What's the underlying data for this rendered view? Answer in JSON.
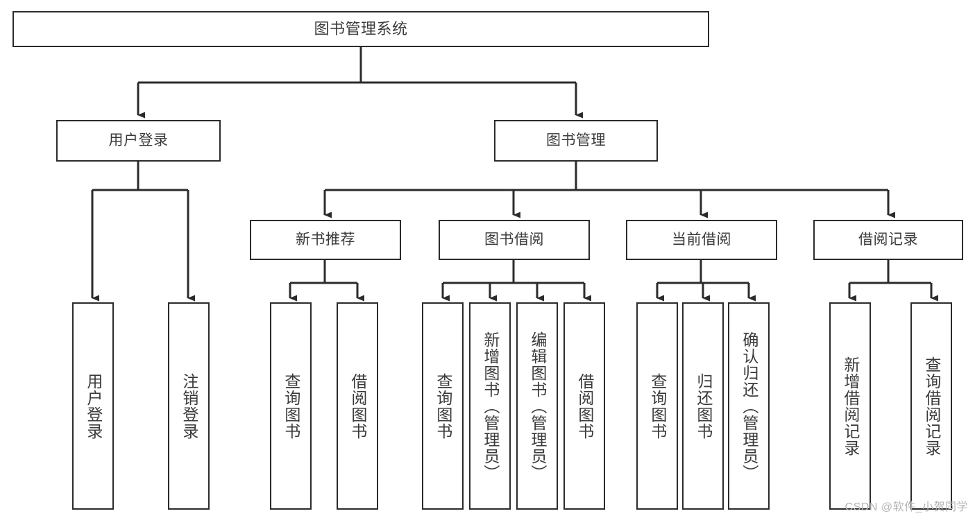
{
  "diagram": {
    "title": "图书管理系统",
    "type": "tree-hierarchy-diagram",
    "colors": {
      "box_border": "#2b2b2b",
      "box_fill": "#ffffff",
      "text": "#3a3a3a",
      "connector": "#2b2b2b",
      "watermark": "#b4b4b4",
      "background": "#ffffff"
    },
    "nodes": {
      "root": {
        "label": "图书管理系统"
      },
      "level1": [
        {
          "id": "user-login",
          "label": "用户登录"
        },
        {
          "id": "book-management",
          "label": "图书管理"
        }
      ],
      "level2": [
        {
          "id": "new-book-recommend",
          "label": "新书推荐"
        },
        {
          "id": "book-borrow",
          "label": "图书借阅"
        },
        {
          "id": "current-borrow",
          "label": "当前借阅"
        },
        {
          "id": "borrow-record",
          "label": "借阅记录"
        }
      ],
      "leaves": {
        "user-login": [
          {
            "id": "leaf-user-login",
            "label": "用户登录"
          },
          {
            "id": "leaf-logout-login",
            "label": "注销登录"
          }
        ],
        "new-book-recommend": [
          {
            "id": "leaf-query-book-1",
            "label": "查询图书"
          },
          {
            "id": "leaf-borrow-book-1",
            "label": "借阅图书"
          }
        ],
        "book-borrow": [
          {
            "id": "leaf-query-book-2",
            "label": "查询图书"
          },
          {
            "id": "leaf-add-book",
            "label": "新增图书（管理员）"
          },
          {
            "id": "leaf-edit-book",
            "label": "编辑图书（管理员）"
          },
          {
            "id": "leaf-borrow-book-2",
            "label": "借阅图书"
          }
        ],
        "current-borrow": [
          {
            "id": "leaf-query-book-3",
            "label": "查询图书"
          },
          {
            "id": "leaf-return-book",
            "label": "归还图书"
          },
          {
            "id": "leaf-confirm-return",
            "label": "确认归还（管理员）"
          }
        ],
        "borrow-record": [
          {
            "id": "leaf-add-record",
            "label": "新增借阅记录"
          },
          {
            "id": "leaf-query-record",
            "label": "查询借阅记录"
          }
        ]
      }
    },
    "watermark": "CSDN @软件_小贺同学"
  }
}
